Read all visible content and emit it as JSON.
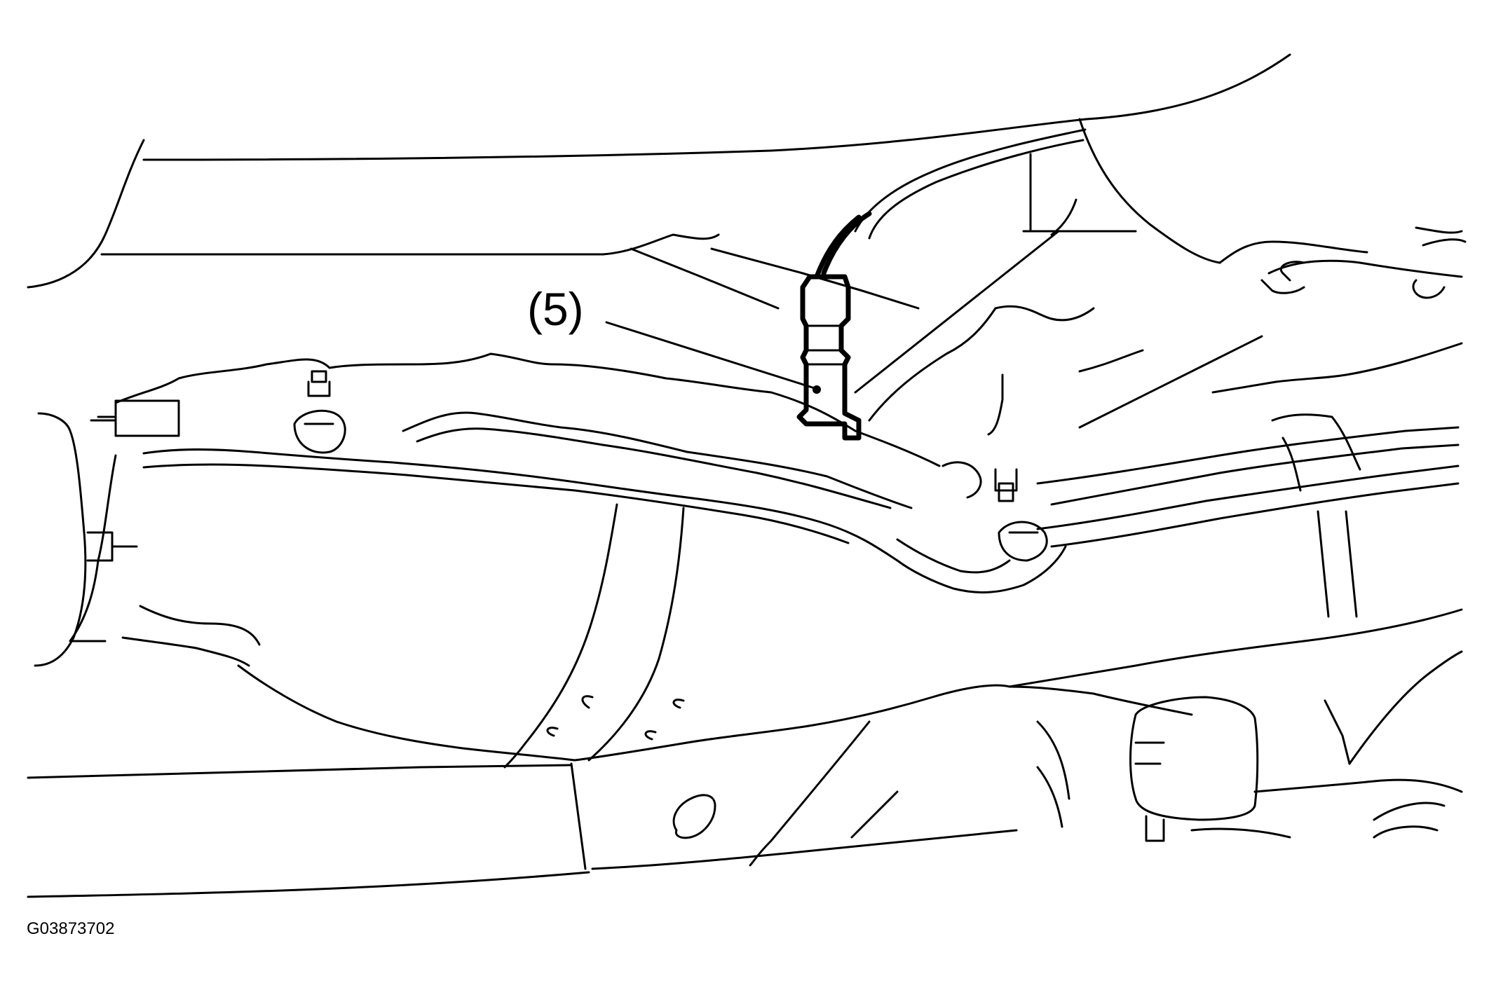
{
  "callout": {
    "label": "(5)",
    "component": "oxygen-sensor"
  },
  "figure": {
    "id": "G03873702"
  },
  "colors": {
    "line": "#000000",
    "background": "#ffffff"
  }
}
